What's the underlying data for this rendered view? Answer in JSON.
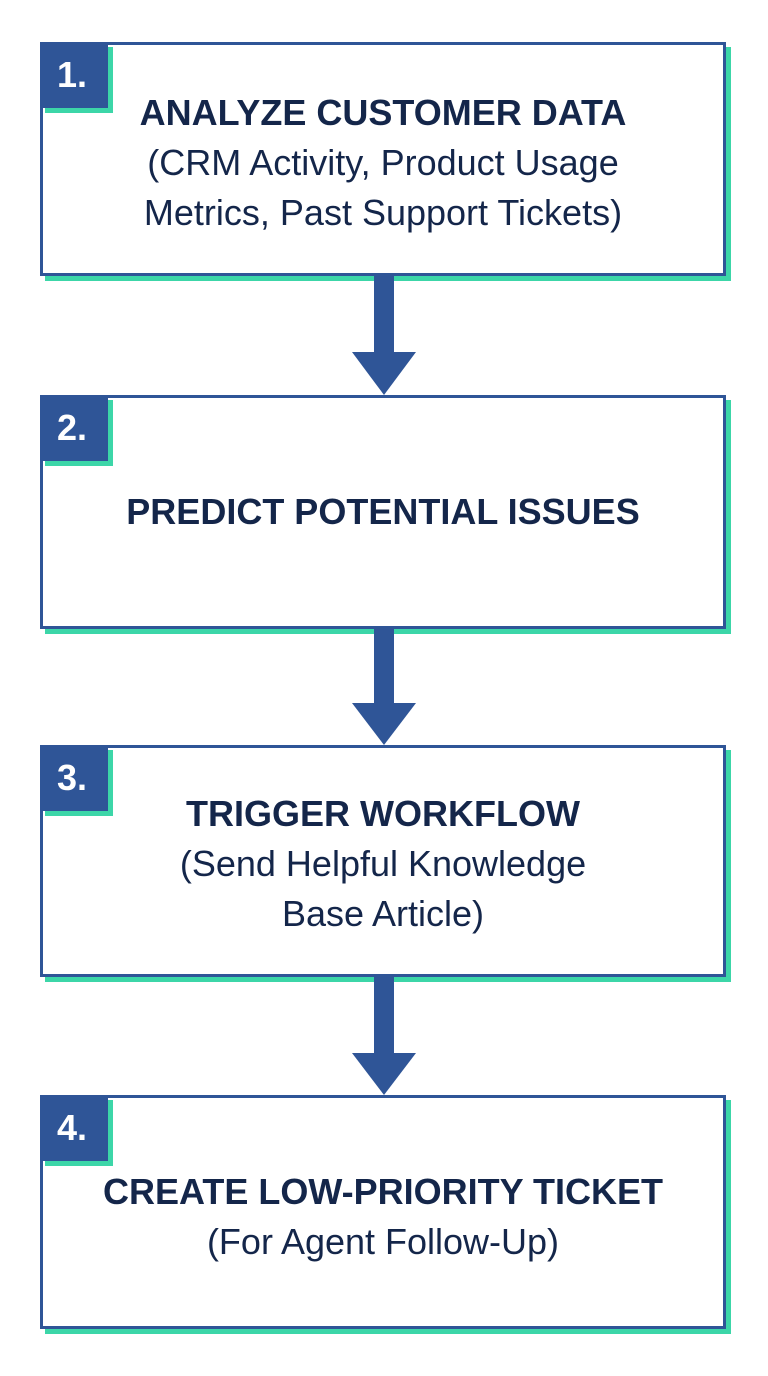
{
  "flowchart": {
    "steps": [
      {
        "number": "1.",
        "title": "ANALYZE CUSTOMER DATA",
        "detail": "(CRM Activity, Product Usage\nMetrics, Past Support Tickets)"
      },
      {
        "number": "2.",
        "title": "PREDICT POTENTIAL ISSUES",
        "detail": ""
      },
      {
        "number": "3.",
        "title": "TRIGGER WORKFLOW",
        "detail": "(Send Helpful Knowledge\nBase Article)"
      },
      {
        "number": "4.",
        "title": "CREATE LOW-PRIORITY TICKET",
        "detail": "(For Agent Follow-Up)"
      }
    ],
    "colors": {
      "box_border": "#2f5597",
      "badge_fill": "#2f5597",
      "shadow_accent": "#3cd6a8",
      "text": "#14264a",
      "arrow": "#2f5597"
    },
    "icons": {
      "connector": "arrow-down-icon"
    }
  }
}
